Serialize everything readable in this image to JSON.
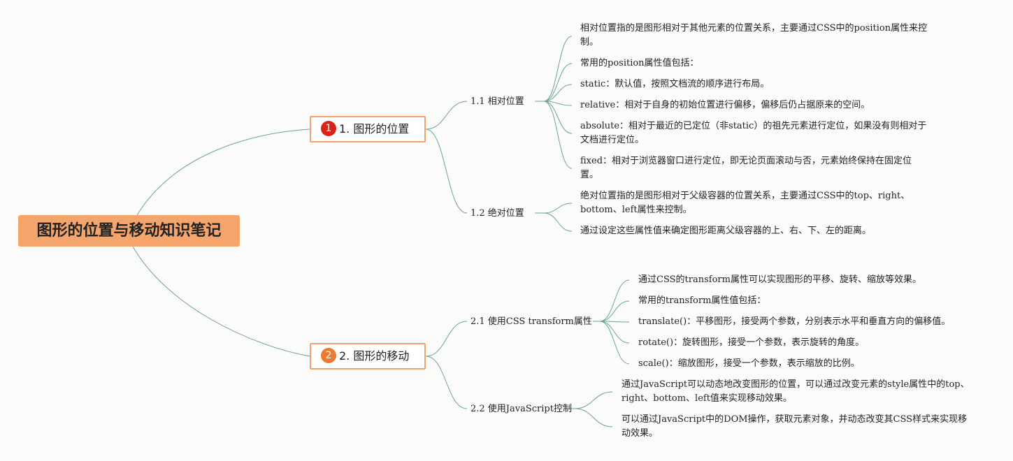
{
  "colors": {
    "link": "#6aa58e",
    "root_bg": "#f5a46b",
    "main_border": "#f0a26a",
    "badge_1": "#d8231b",
    "badge_2": "#ee7a2d"
  },
  "root": {
    "label": "图形的位置与移动知识笔记"
  },
  "sections": [
    {
      "badge": "1",
      "label": "1. 图形的位置",
      "subs": [
        {
          "label": "1.1 相对位置",
          "items": [
            "相对位置指的是图形相对于其他元素的位置关系，主要通过CSS中的position属性来控制。",
            "常用的position属性值包括：",
            "static：默认值，按照文档流的顺序进行布局。",
            "relative：相对于自身的初始位置进行偏移，偏移后仍占据原来的空间。",
            "absolute：相对于最近的已定位（非static）的祖先元素进行定位，如果没有则相对于文档进行定位。",
            "fixed：相对于浏览器窗口进行定位，即无论页面滚动与否，元素始终保持在固定位置。"
          ]
        },
        {
          "label": "1.2 绝对位置",
          "items": [
            "绝对位置指的是图形相对于父级容器的位置关系，主要通过CSS中的top、right、bottom、left属性来控制。",
            "通过设定这些属性值来确定图形距离父级容器的上、右、下、左的距离。"
          ]
        }
      ]
    },
    {
      "badge": "2",
      "label": "2. 图形的移动",
      "subs": [
        {
          "label": "2.1 使用CSS transform属性",
          "items": [
            "通过CSS的transform属性可以实现图形的平移、旋转、缩放等效果。",
            "常用的transform属性值包括：",
            "translate()：平移图形，接受两个参数，分别表示水平和垂直方向的偏移值。",
            "rotate()：旋转图形，接受一个参数，表示旋转的角度。",
            "scale()：缩放图形，接受一个参数，表示缩放的比例。"
          ]
        },
        {
          "label": "2.2 使用JavaScript控制",
          "items": [
            "通过JavaScript可以动态地改变图形的位置，可以通过改变元素的style属性中的top、right、bottom、left值来实现移动效果。",
            "可以通过JavaScript中的DOM操作，获取元素对象，并动态改变其CSS样式来实现移动效果。"
          ]
        }
      ]
    }
  ]
}
